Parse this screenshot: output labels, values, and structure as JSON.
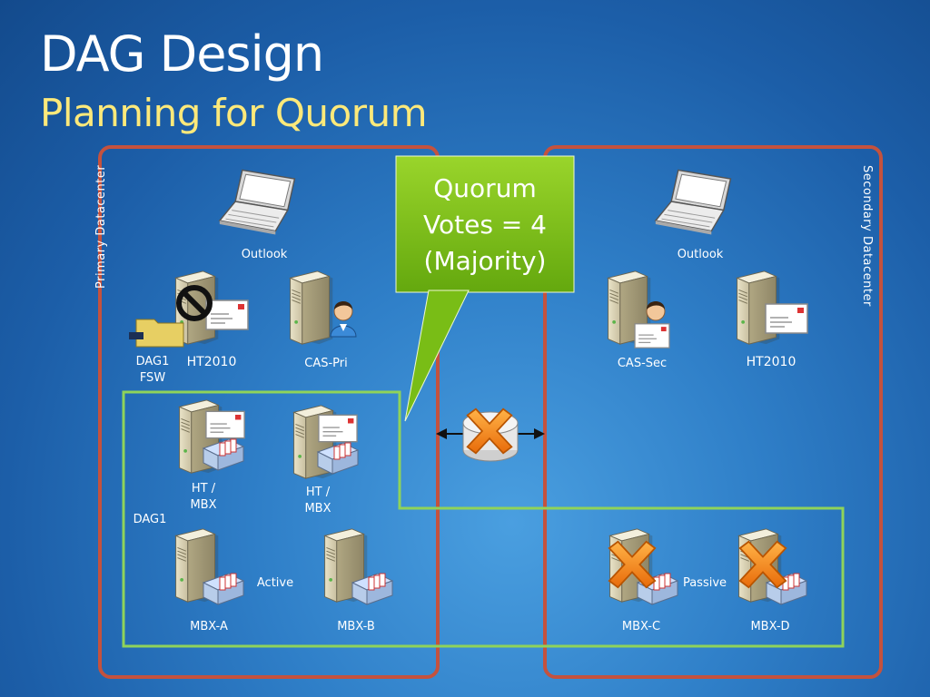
{
  "slide": {
    "title": "DAG Design",
    "subtitle": "Planning for Quorum"
  },
  "datacenters": {
    "primary_label": "Primary Datacenter",
    "secondary_label": "Secondary Datacenter"
  },
  "callout": {
    "lines": [
      "Quorum",
      "Votes = 4",
      "(Majority)"
    ]
  },
  "primary": {
    "outlook": "Outlook",
    "fsw_line1": "DAG1",
    "fsw_line2": "FSW",
    "ht": "HT2010",
    "cas": "CAS-Pri",
    "htmbx1_line1": "HT /",
    "htmbx1_line2": "MBX",
    "htmbx2_line1": "HT /",
    "htmbx2_line2": "MBX",
    "dag": "DAG1",
    "active": "Active",
    "mbx_a": "MBX-A",
    "mbx_b": "MBX-B"
  },
  "secondary": {
    "outlook": "Outlook",
    "cas": "CAS-Sec",
    "ht": "HT2010",
    "passive": "Passive",
    "mbx_c": "MBX-C",
    "mbx_d": "MBX-D"
  },
  "icons": [
    "laptop-icon",
    "server-icon",
    "envelope-icon",
    "user-icon",
    "mailbox-tray-icon",
    "no-sign-icon",
    "folder-share-icon",
    "failed-x-icon",
    "router-icon",
    "double-arrow-icon"
  ],
  "colors": {
    "datacenter_border": "#c4523e",
    "dag_border": "#8fd35a",
    "title": "#ffffff",
    "subtitle": "#fde97a",
    "callout_fill": "#7dc31c",
    "failure_x": "#f08a14"
  }
}
